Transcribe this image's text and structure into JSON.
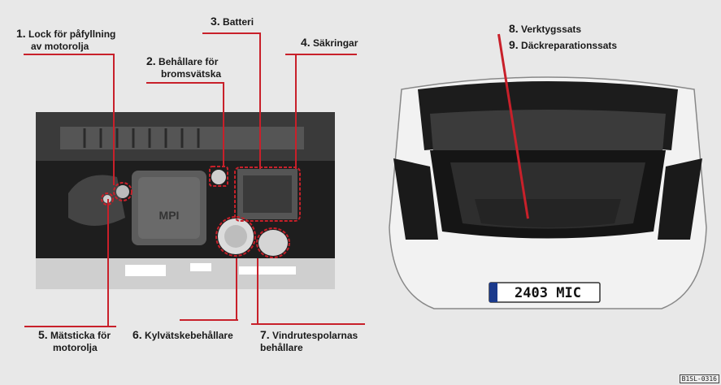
{
  "labels": {
    "l1": {
      "num": "1.",
      "text": "Lock för påfyllning",
      "text2": "av motorolja"
    },
    "l2": {
      "num": "2.",
      "text": "Behållare för",
      "text2": "bromsvätska"
    },
    "l3": {
      "num": "3.",
      "text": "Batteri"
    },
    "l4": {
      "num": "4.",
      "text": "Säkringar"
    },
    "l5": {
      "num": "5.",
      "text": "Mätsticka för",
      "text2": "motorolja"
    },
    "l6": {
      "num": "6.",
      "text": "Kylvätskebehållare"
    },
    "l7": {
      "num": "7.",
      "text": "Vindrutespolarnas",
      "text2": "behållare"
    },
    "l8": {
      "num": "8.",
      "text": "Verktygssats"
    },
    "l9": {
      "num": "9.",
      "text": "Däckreparationssats"
    }
  },
  "engine": {
    "logo": "MPI"
  },
  "car": {
    "plate": "2403 MIC"
  },
  "reference": "B1SL-0316"
}
